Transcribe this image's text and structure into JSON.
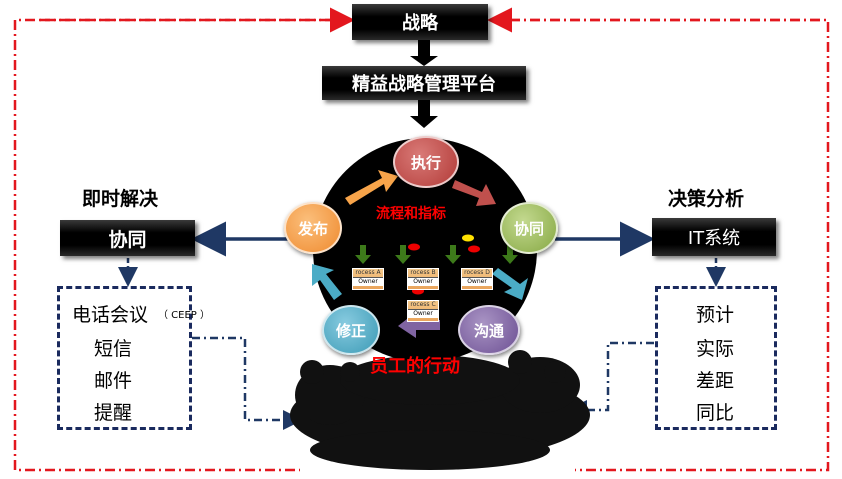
{
  "top": {
    "strategy": "战略",
    "platform": "精益战略管理平台"
  },
  "left": {
    "title": "即时解决",
    "box_label": "协同",
    "note": "（ CEEP ）",
    "items": [
      "电话会议",
      "短信",
      "邮件",
      "提醒"
    ]
  },
  "right": {
    "title": "决策分析",
    "box_label": "IT系统",
    "items": [
      "预计",
      "实际",
      "差距",
      "同比"
    ]
  },
  "center": {
    "process_label": "流程和指标",
    "bottom_label": "员工的行动",
    "nodes": {
      "execute": "执行",
      "publish": "发布",
      "coordinate": "协同",
      "revise": "修正",
      "communicate": "沟通"
    },
    "processes": [
      {
        "name": "rocess A",
        "owner": "Owner"
      },
      {
        "name": "rocess B",
        "owner": "Owner"
      },
      {
        "name": "rocess D",
        "owner": "Owner"
      },
      {
        "name": "rocess C",
        "owner": "Owner"
      }
    ]
  },
  "colors": {
    "red_dash": "#e3171e",
    "navy": "#1f3864",
    "execute": "#c0504d",
    "publish": "#f79646",
    "coordinate": "#9bbb59",
    "revise": "#4bacc6",
    "communicate": "#8064a2",
    "label_red": "#ff0000"
  }
}
